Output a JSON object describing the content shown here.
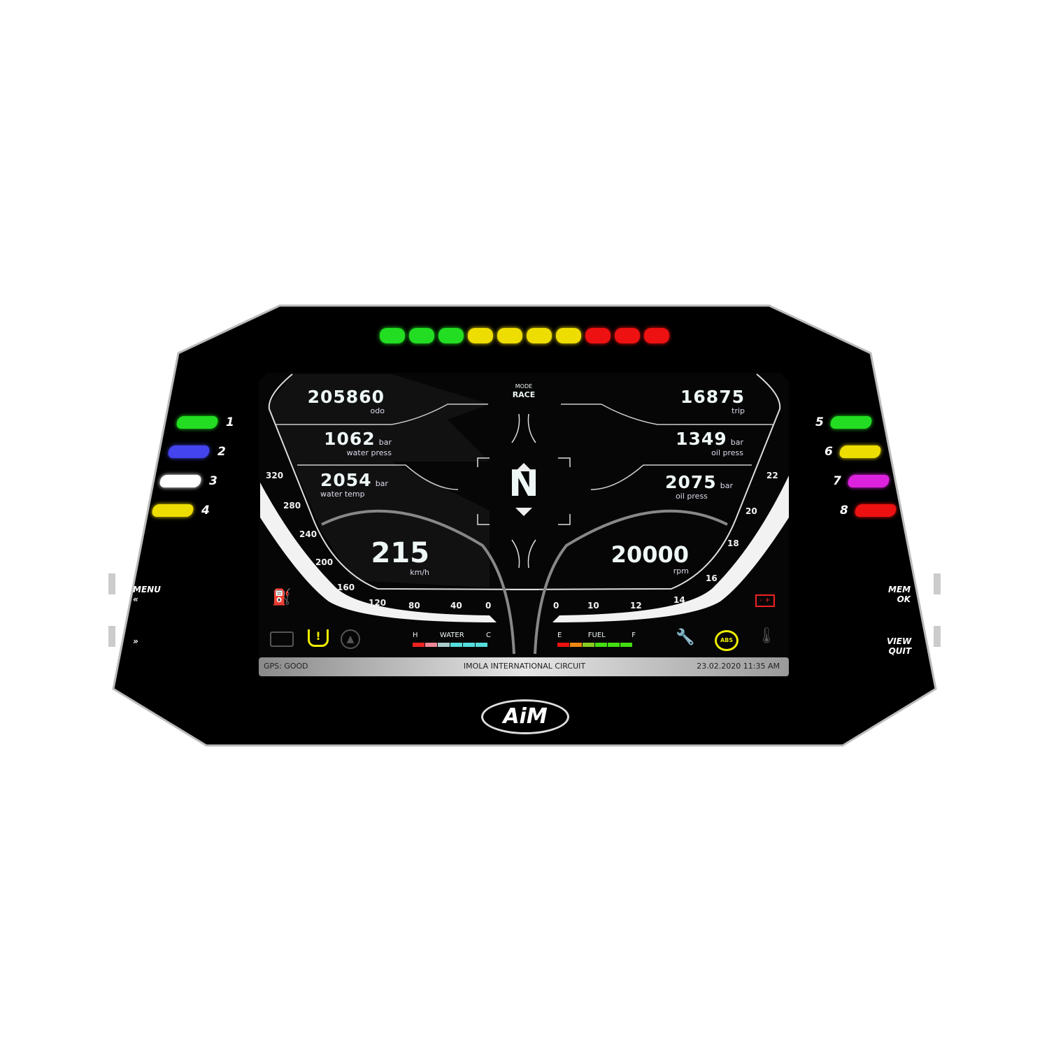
{
  "shift_lights": [
    "#22dd22",
    "#22dd22",
    "#22dd22",
    "#eedd00",
    "#eedd00",
    "#eedd00",
    "#eedd00",
    "#ee1111",
    "#ee1111",
    "#ee1111"
  ],
  "side_leds_left": [
    {
      "num": "1",
      "color": "#22dd22"
    },
    {
      "num": "2",
      "color": "#4444ee"
    },
    {
      "num": "3",
      "color": "#ffffff"
    },
    {
      "num": "4",
      "color": "#eedd00"
    }
  ],
  "side_leds_right": [
    {
      "num": "5",
      "color": "#22dd22"
    },
    {
      "num": "6",
      "color": "#eedd00"
    },
    {
      "num": "7",
      "color": "#dd22dd"
    },
    {
      "num": "8",
      "color": "#ee1111"
    }
  ],
  "buttons": {
    "menu": "MENU",
    "menu_arrow": "«",
    "next_arrow": "»",
    "mem": "MEM",
    "ok": "OK",
    "view": "VIEW",
    "quit": "QUIT"
  },
  "mode": {
    "label": "MODE",
    "value": "RACE"
  },
  "gear": "N",
  "left_fields": [
    {
      "value": "205860",
      "unit": "",
      "label": "odo"
    },
    {
      "value": "1062",
      "unit": "bar",
      "label": "water press"
    },
    {
      "value": "2054",
      "unit": "bar",
      "label": "water temp"
    }
  ],
  "right_fields": [
    {
      "value": "16875",
      "unit": "",
      "label": "trip"
    },
    {
      "value": "1349",
      "unit": "bar",
      "label": "oil press"
    },
    {
      "value": "2075",
      "unit": "bar",
      "label": "oil press"
    }
  ],
  "speed": {
    "value": "215",
    "unit": "km/h",
    "ticks": [
      "320",
      "280",
      "240",
      "200",
      "160",
      "120",
      "80",
      "40",
      "0"
    ]
  },
  "rpm": {
    "value": "20000",
    "unit": "rpm",
    "ticks": [
      "0",
      "10",
      "12",
      "14",
      "16",
      "18",
      "20",
      "22"
    ]
  },
  "water_gauge": {
    "h": "H",
    "label": "WATER",
    "c": "C",
    "segments": [
      "#ee2222",
      "#ee8899",
      "#aacccc",
      "#55dddd",
      "#55dddd",
      "#55dddd"
    ]
  },
  "fuel_gauge": {
    "e": "E",
    "label": "FUEL",
    "f": "F",
    "segments": [
      "#ee1111",
      "#ee8811",
      "#88cc22",
      "#44dd11",
      "#44dd11",
      "#44dd11"
    ]
  },
  "status_bar": {
    "gps": "GPS: GOOD",
    "track": "IMOLA INTERNATIONAL CIRCUIT",
    "datetime": "23.02.2020 11:35 AM"
  },
  "warning_icons": {
    "fuel": "fuel-pump-icon",
    "battery": "battery-icon",
    "engine": "check-engine-icon",
    "tpms": "tire-pressure-icon",
    "traction": "traction-warning-icon",
    "service": "wrench-icon",
    "abs": "ABS",
    "coolant": "coolant-temp-icon"
  },
  "brand": "AiM"
}
